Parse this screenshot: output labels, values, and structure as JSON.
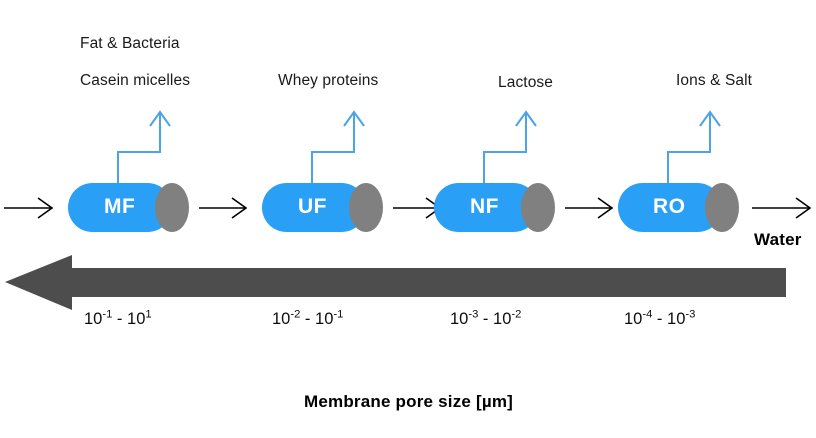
{
  "diagram": {
    "title": "Membrane pore size [µm]",
    "water_label": "Water",
    "colors": {
      "membrane_blue": "#29a0f5",
      "membrane_cap_gray": "#808080",
      "scale_arrow_gray": "#4d4d4d",
      "connector_blue": "#4da3e8",
      "flow_arrow_black": "#000000",
      "text_black": "#1a1a1a"
    },
    "stages": [
      {
        "id": "mf",
        "name": "MF",
        "retained": [
          "Fat & Bacteria",
          "Casein micelles"
        ],
        "pore_size": {
          "text": "10-1 - 101",
          "from_mantissa": "10",
          "from_exponent": "-1",
          "separator": " - ",
          "to_mantissa": "10",
          "to_exponent": "1"
        }
      },
      {
        "id": "uf",
        "name": "UF",
        "retained": [
          "Whey proteins"
        ],
        "pore_size": {
          "text": "10-2 - 10-1",
          "from_mantissa": "10",
          "from_exponent": "-2",
          "separator": " - ",
          "to_mantissa": "10",
          "to_exponent": "-1"
        }
      },
      {
        "id": "nf",
        "name": "NF",
        "retained": [
          "Lactose"
        ],
        "pore_size": {
          "text": "10-3 - 10-2",
          "from_mantissa": "10",
          "from_exponent": "-3",
          "separator": " - ",
          "to_mantissa": "10",
          "to_exponent": "-2"
        }
      },
      {
        "id": "ro",
        "name": "RO",
        "retained": [
          "Ions & Salt"
        ],
        "pore_size": {
          "text": "10-4 - 10-3",
          "from_mantissa": "10",
          "from_exponent": "-4",
          "separator": " - ",
          "to_mantissa": "10",
          "to_exponent": "-3"
        }
      }
    ]
  }
}
